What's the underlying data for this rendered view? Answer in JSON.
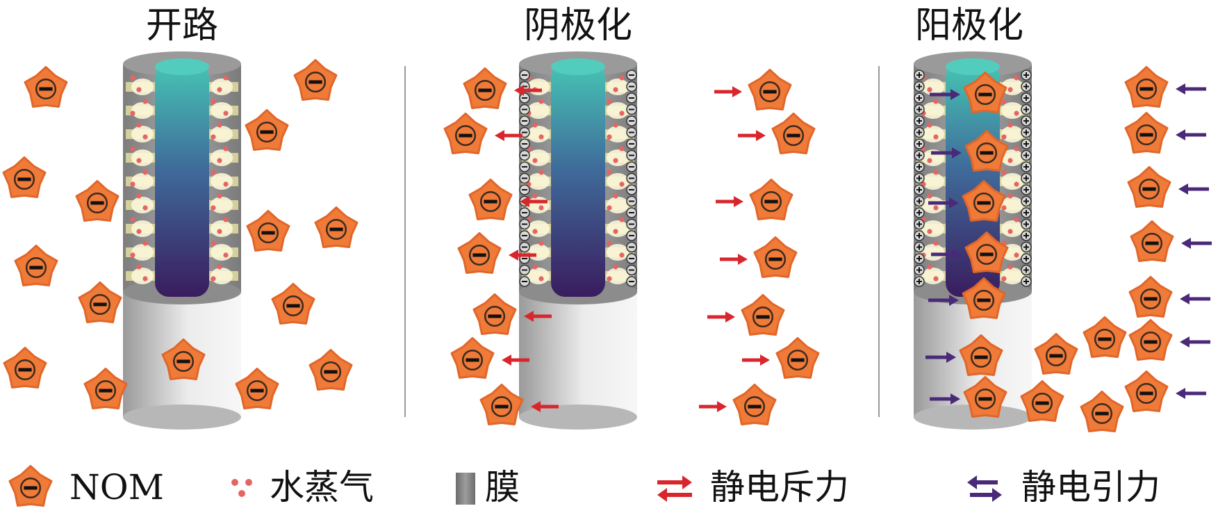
{
  "panels": [
    {
      "title": "开路",
      "charge_sign": "",
      "force_type": "none"
    },
    {
      "title": "阴极化",
      "charge_sign": "−",
      "force_type": "repulsion"
    },
    {
      "title": "阳极化",
      "charge_sign": "+",
      "force_type": "attraction"
    }
  ],
  "legend": {
    "nom": "NOM",
    "vapor": "水蒸气",
    "membrane": "膜",
    "repulsion": "静电斥力",
    "attraction": "静电引力"
  },
  "colors": {
    "nom_fill": "#f07a38",
    "repulsion_arrow": "#d8262c",
    "attraction_arrow": "#4a2a78",
    "membrane": "#8f8f8f",
    "core_top": "#46c4b4",
    "core_bottom": "#3a1c5e",
    "vapor_dot": "#e56464"
  }
}
